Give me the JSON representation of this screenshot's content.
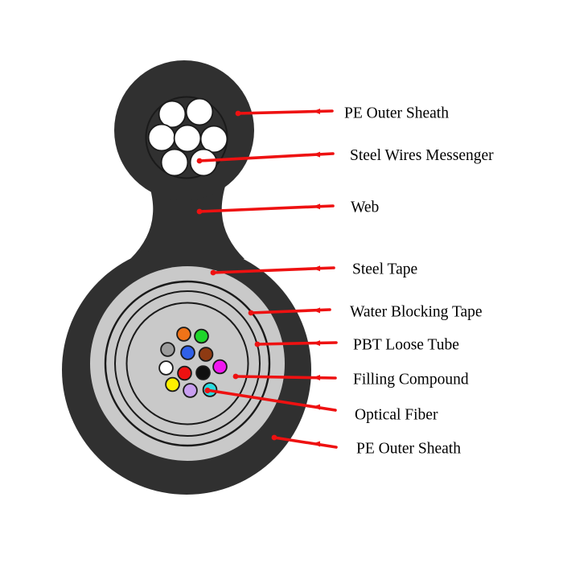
{
  "diagram": {
    "title_hidden": "",
    "labels": [
      {
        "text": "PE Outer Sheath"
      },
      {
        "text": "Steel Wires Messenger"
      },
      {
        "text": "Web"
      },
      {
        "text": "Steel Tape"
      },
      {
        "text": "Water Blocking Tape"
      },
      {
        "text": "PBT Loose Tube"
      },
      {
        "text": "Filling Compound"
      },
      {
        "text": "Optical Fiber"
      },
      {
        "text": "PE Outer Sheath"
      }
    ],
    "steel_wires": {
      "count": 7,
      "color": "#ffffff"
    },
    "fibers": [
      {
        "name": "orange",
        "color": "#f07318"
      },
      {
        "name": "green",
        "color": "#1ed52a"
      },
      {
        "name": "slate",
        "color": "#9c9c9c"
      },
      {
        "name": "blue",
        "color": "#3060e8"
      },
      {
        "name": "brown",
        "color": "#8e3a12"
      },
      {
        "name": "white",
        "color": "#ffffff"
      },
      {
        "name": "red",
        "color": "#ee1111"
      },
      {
        "name": "black",
        "color": "#101010"
      },
      {
        "name": "rose",
        "color": "#f018f0"
      },
      {
        "name": "yellow",
        "color": "#fdf000"
      },
      {
        "name": "violet",
        "color": "#c89ef0"
      },
      {
        "name": "aqua",
        "color": "#2adce0"
      }
    ]
  },
  "palette": {
    "background": "#ffffff",
    "sheath": "#303030",
    "steel_tape": "#c9c9c9",
    "outline": "#1a1a1a",
    "leader": "#ee1111",
    "text": "#000000"
  }
}
